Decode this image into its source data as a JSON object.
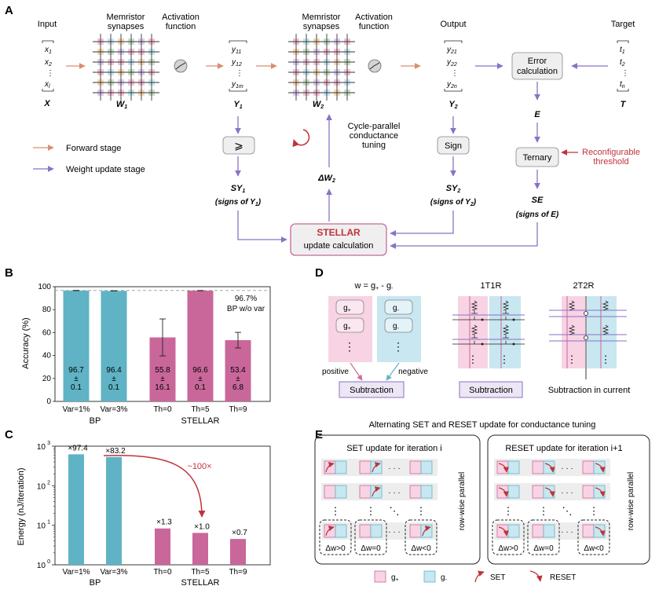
{
  "panels": {
    "A": "A",
    "B": "B",
    "C": "C",
    "D": "D",
    "E": "E"
  },
  "panelA": {
    "input_label": "Input",
    "input_vec": [
      "x",
      "x",
      "x"
    ],
    "input_sub": [
      "1",
      "2",
      "l"
    ],
    "input_name": "X",
    "syn1_label": [
      "Memristor",
      "synapses"
    ],
    "act1_label": [
      "Activation",
      "function"
    ],
    "w1": "W",
    "w1_sub": "1",
    "y1_vec": [
      "y",
      "y",
      "y"
    ],
    "y1_sub": [
      "11",
      "12",
      "1m"
    ],
    "y1_name": "Y",
    "y1_sub_name": "1",
    "syn2_label": [
      "Memristor",
      "synapses"
    ],
    "act2_label": [
      "Activation",
      "function"
    ],
    "w2": "W",
    "w2_sub": "2",
    "output_label": "Output",
    "y2_vec": [
      "y",
      "y",
      "y"
    ],
    "y2_sub": [
      "21",
      "22",
      "2n"
    ],
    "y2_name": "Y",
    "y2_sub_name": "2",
    "target_label": "Target",
    "t_vec": [
      "t",
      "t",
      "t"
    ],
    "t_sub": [
      "1",
      "2",
      "n"
    ],
    "t_name": "T",
    "error_calc": [
      "Error",
      "calculation"
    ],
    "e_name": "E",
    "ternary": "Ternary",
    "reconf": [
      "Reconfigurable",
      "threshold"
    ],
    "se_name": "SE",
    "se_caption": "(signs of E)",
    "sign": "Sign",
    "geq": "⩾",
    "sy1": "SY",
    "sy1_sub": "1",
    "sy1_caption": "(signs of Y",
    "sy2": "SY",
    "sy2_sub": "2",
    "sy2_caption": "(signs of Y",
    "dw2": "ΔW",
    "dw2_sub": "2",
    "cycle": [
      "Cycle-parallel",
      "conductance",
      "tuning"
    ],
    "stellar_title": "STELLAR",
    "stellar_sub": "update calculation",
    "legend_forward": "Forward stage",
    "legend_update": "Weight update stage"
  },
  "chart_data": [
    {
      "type": "bar",
      "ylabel": "Accuracy (%)",
      "ylim": [
        0,
        100
      ],
      "yticks": [
        0,
        20,
        40,
        60,
        80,
        100
      ],
      "categories": [
        "Var=1%",
        "Var=3%",
        "Th=0",
        "Th=5",
        "Th=9"
      ],
      "values": [
        96.7,
        96.4,
        55.8,
        96.6,
        53.4
      ],
      "errors": [
        0.1,
        0.1,
        16.1,
        0.1,
        6.8
      ],
      "bar_labels": [
        [
          "96.7",
          "±",
          "0.1"
        ],
        [
          "96.4",
          "±",
          "0.1"
        ],
        [
          "55.8",
          "±",
          "16.1"
        ],
        [
          "96.6",
          "±",
          "0.1"
        ],
        [
          "53.4",
          "±",
          "6.8"
        ]
      ],
      "colors": [
        "#5fb3c4",
        "#5fb3c4",
        "#c9679a",
        "#c9679a",
        "#c9679a"
      ],
      "groups": [
        {
          "name": "BP",
          "indices": [
            0,
            1
          ]
        },
        {
          "name": "STELLAR",
          "indices": [
            2,
            3,
            4
          ]
        }
      ],
      "reference_line": 96.7,
      "reference_label": [
        "96.7%",
        "BP w/o var"
      ]
    },
    {
      "type": "bar",
      "ylabel": "Energy (nJ/iteration)",
      "yscale": "log",
      "ylim": [
        1,
        1000
      ],
      "yticks": [
        "10",
        "10",
        "10",
        "10"
      ],
      "ytick_exp": [
        "0",
        "1",
        "2",
        "3"
      ],
      "categories": [
        "Var=1%",
        "Var=3%",
        "Th=0",
        "Th=5",
        "Th=9"
      ],
      "values": [
        623,
        532,
        8.3,
        6.4,
        4.5
      ],
      "bar_labels": [
        "×97.4",
        "×83.2",
        "×1.3",
        "×1.0",
        "×0.7"
      ],
      "colors": [
        "#5fb3c4",
        "#5fb3c4",
        "#c9679a",
        "#c9679a",
        "#c9679a"
      ],
      "groups": [
        {
          "name": "BP",
          "indices": [
            0,
            1
          ]
        },
        {
          "name": "STELLAR",
          "indices": [
            2,
            3,
            4
          ]
        }
      ],
      "annotation": "~100×"
    }
  ],
  "panelD": {
    "eq": "w = g",
    "eq_plus": "+",
    "eq_minus": " - g",
    "eq_minus_sub": "-",
    "gplus": "g",
    "gplus_sub": "+",
    "gminus": "g",
    "gminus_sub": "-",
    "dots": "⋮",
    "positive": "positive",
    "negative": "negative",
    "subtraction": "Subtraction",
    "t1r": "1T1R",
    "t2r": "2T2R",
    "sub_current": "Subtraction in current"
  },
  "panelE": {
    "title": "Alternating SET and RESET update for conductance tuning",
    "set_title": "SET update for iteration i",
    "reset_title": "RESET update for iteration i+1",
    "rowwise": "row-wise parallel",
    "dw_pos": "Δw>0",
    "dw_zero": "Δw=0",
    "dw_neg": "Δw<0",
    "ellipsis": "· · ·",
    "vdots": "⋮",
    "legend_gplus": "g",
    "legend_gplus_sub": "+",
    "legend_gminus": "g",
    "legend_gminus_sub": "-",
    "legend_set": "SET",
    "legend_reset": "RESET"
  },
  "colors": {
    "forward": "#d98e6f",
    "update": "#8a72c4",
    "teal": "#5fb3c4",
    "pink": "#c9679a",
    "red": "#c0333a",
    "light_pink": "#f8d3e4",
    "light_blue": "#c8e7f0"
  }
}
